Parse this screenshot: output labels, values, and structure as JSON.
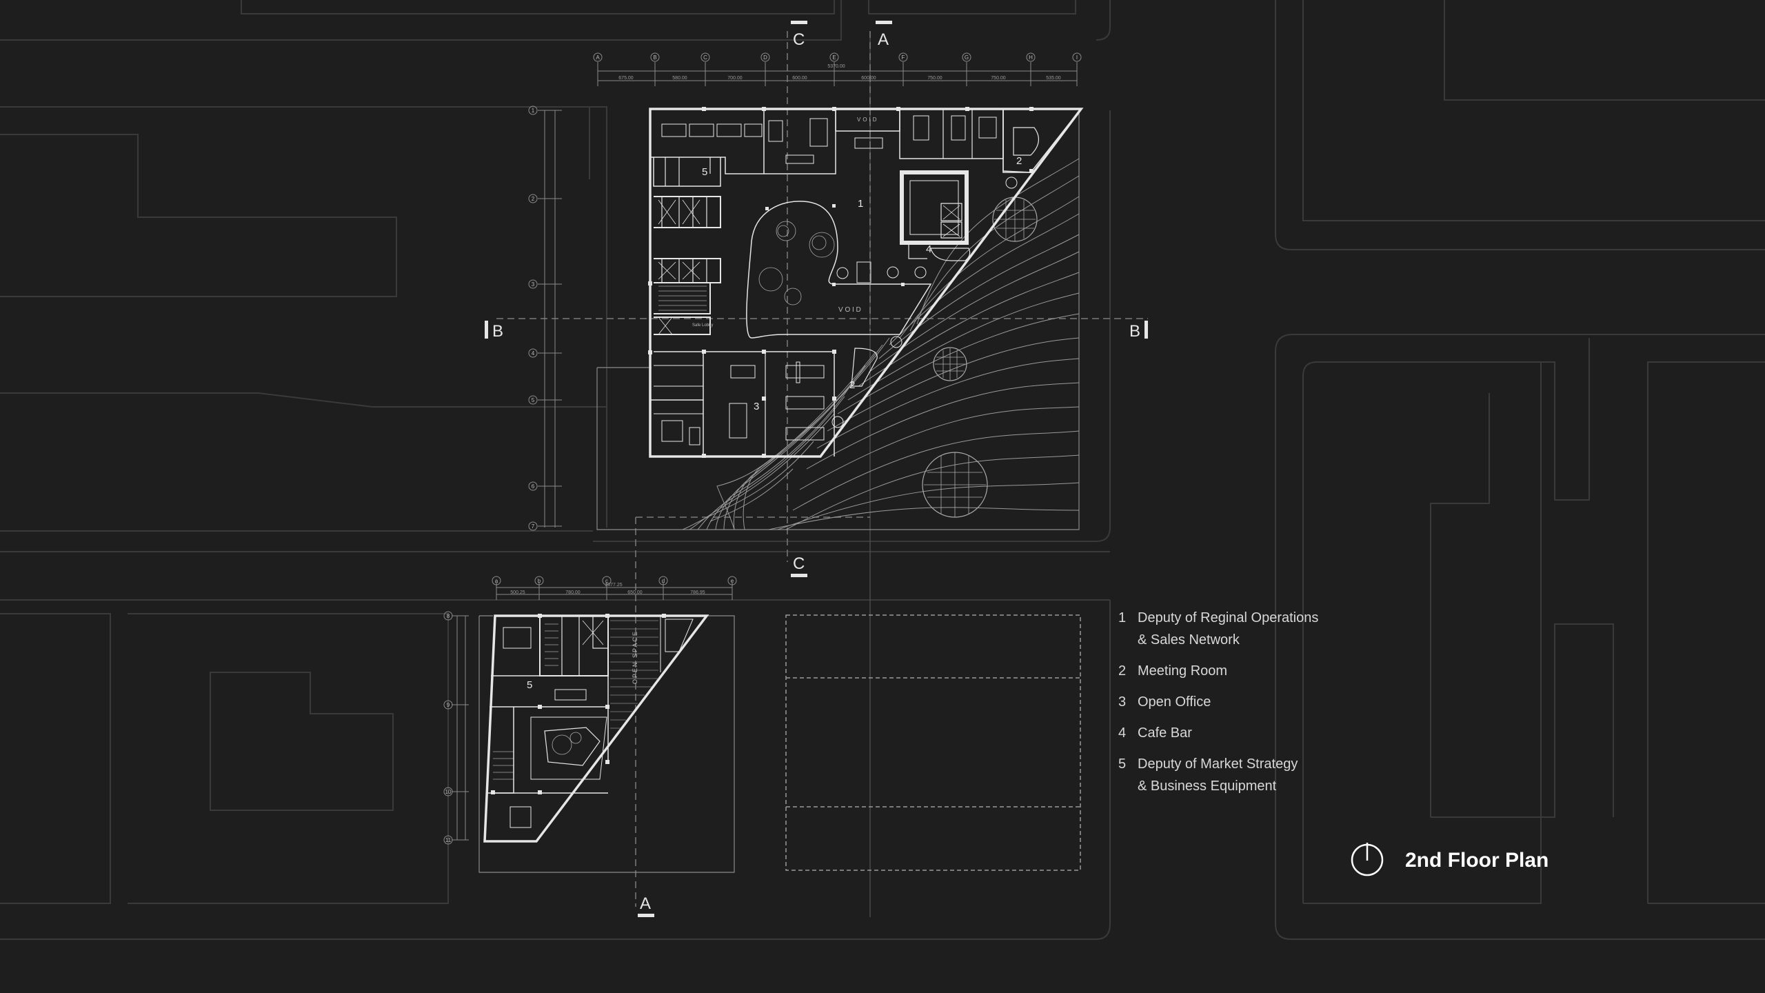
{
  "plan_title": "2nd Floor Plan",
  "colors": {
    "background": "#1e1e1e",
    "context_lines": "#3a3a3a",
    "plan_lines": "#e6e6e6",
    "dim_lines": "#8a8a8a",
    "dashed": "#9a9a9a"
  },
  "section_markers": {
    "a_top": "A",
    "a_bottom": "A",
    "b_left": "B",
    "b_right": "B",
    "c_top": "C",
    "c_bottom": "C"
  },
  "grid_labels": {
    "top_columns": [
      "A",
      "B",
      "C",
      "D",
      "E",
      "F",
      "G",
      "H",
      "I"
    ],
    "left_rows": [
      "1",
      "2",
      "3",
      "4",
      "5",
      "6",
      "7"
    ],
    "lower_columns": [
      "a",
      "b",
      "c",
      "d",
      "e"
    ],
    "lower_rows": [
      "8",
      "9",
      "10",
      "11"
    ]
  },
  "dimensions": {
    "top_total": "5370.00",
    "top_segments": [
      "675.00",
      "580.00",
      "700.00",
      "600.00",
      "600.00",
      "750.00",
      "750.00",
      "535.00"
    ],
    "lower_total": "2677.25",
    "lower_segments": [
      "500.25",
      "780.00",
      "650.00",
      "786.95"
    ]
  },
  "room_numbers": {
    "r1": "1",
    "r2a": "2",
    "r2b": "2",
    "r3": "3",
    "r4": "4",
    "r5a": "5",
    "r5b": "5"
  },
  "plan_labels": {
    "void_top": "VOID",
    "void_center": "V O I D",
    "open_space": "OPEN SPACE",
    "safe_lobby": "Safe Lobby"
  },
  "legend": [
    {
      "num": "1",
      "text": "Deputy of Reginal Operations\n& Sales Network"
    },
    {
      "num": "2",
      "text": "Meeting Room"
    },
    {
      "num": "3",
      "text": "Open Office"
    },
    {
      "num": "4",
      "text": "Cafe Bar"
    },
    {
      "num": "5",
      "text": "Deputy of Market Strategy\n& Business Equipment"
    }
  ],
  "north_arrow": "north-arrow"
}
